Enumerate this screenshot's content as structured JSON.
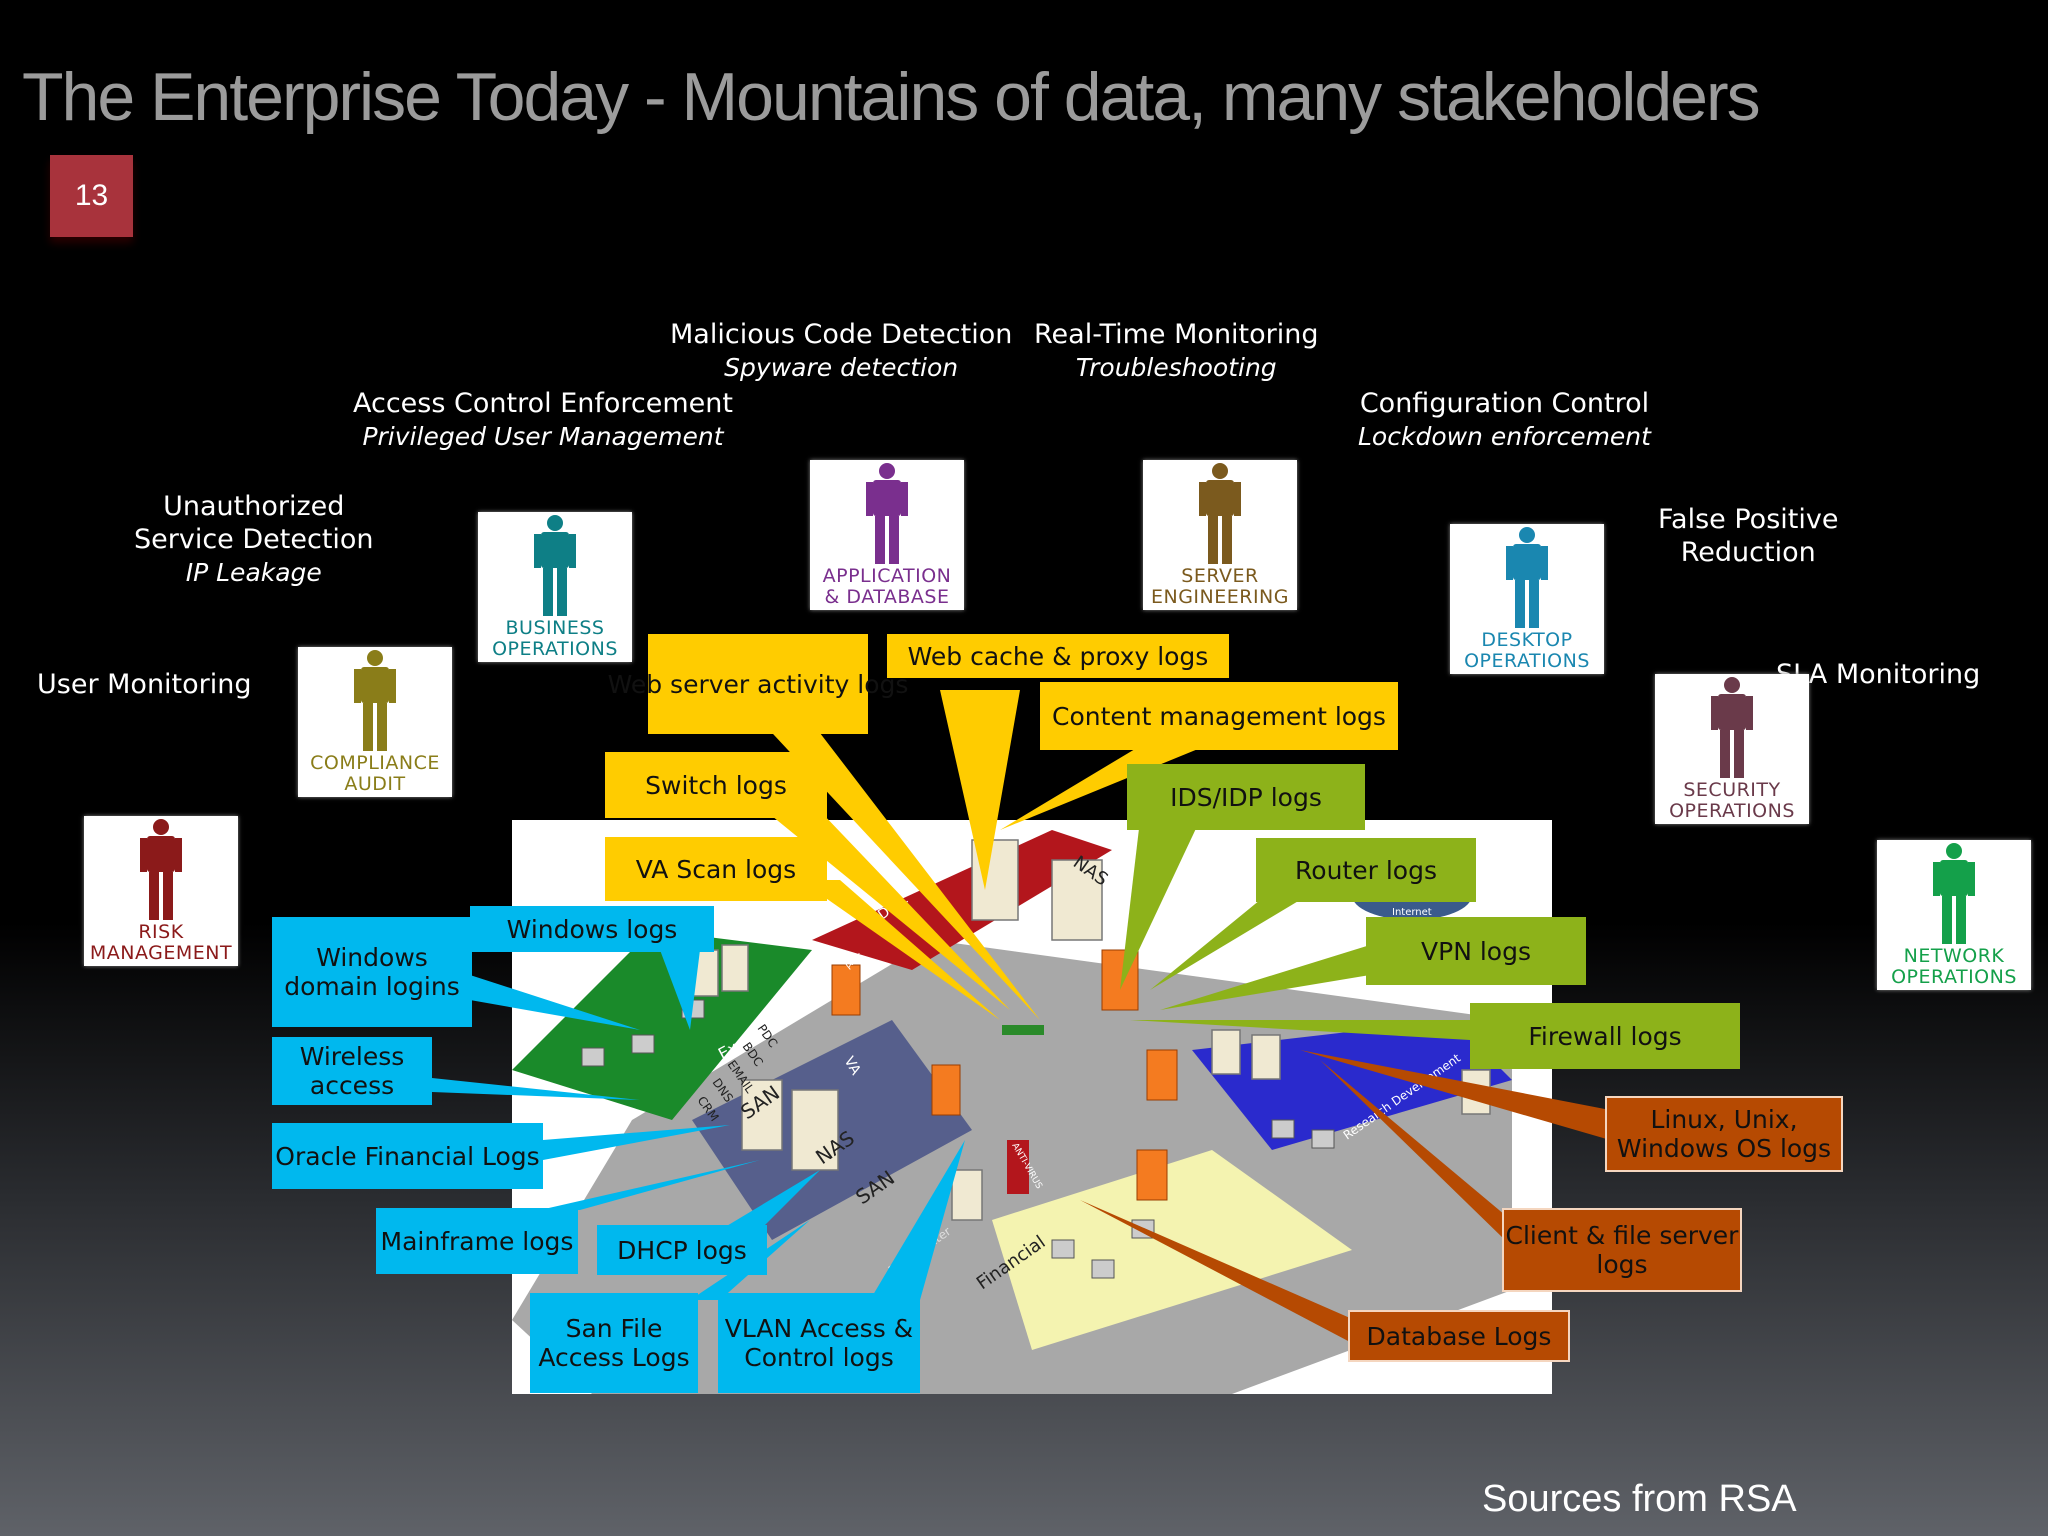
{
  "title": "The Enterprise Today - Mountains of data, many stakeholders",
  "slide_number": "13",
  "captions": {
    "malicious": {
      "main": "Malicious Code Detection",
      "sub": "Spyware detection"
    },
    "realtime": {
      "main": "Real-Time Monitoring",
      "sub": "Troubleshooting"
    },
    "access": {
      "main": "Access Control Enforcement",
      "sub": "Privileged User Management"
    },
    "config": {
      "main": "Configuration Control",
      "sub": "Lockdown enforcement"
    },
    "unauth": {
      "line1": "Unauthorized",
      "line2": "Service Detection",
      "sub": "IP Leakage"
    },
    "falsepos": {
      "line1": "False Positive",
      "line2": "Reduction"
    },
    "user": {
      "main": "User Monitoring"
    },
    "sla": {
      "main": "SLA Monitoring"
    }
  },
  "stakeholders": {
    "risk": {
      "line1": "RISK",
      "line2": "MANAGEMENT",
      "color": "#8b1a1a"
    },
    "compliance": {
      "line1": "COMPLIANCE",
      "line2": "AUDIT",
      "color": "#8a7d19"
    },
    "business": {
      "line1": "BUSINESS",
      "line2": "OPERATIONS",
      "color": "#0e7f86"
    },
    "application": {
      "line1": "APPLICATION",
      "line2": "& DATABASE",
      "color": "#7a2f8e"
    },
    "server": {
      "line1": "SERVER",
      "line2": "ENGINEERING",
      "color": "#7b5a1e"
    },
    "desktop": {
      "line1": "DESKTOP",
      "line2": "OPERATIONS",
      "color": "#1a87b0"
    },
    "security": {
      "line1": "SECURITY",
      "line2": "OPERATIONS",
      "color": "#6a3a4a"
    },
    "network": {
      "line1": "NETWORK",
      "line2": "OPERATIONS",
      "color": "#14a04a"
    }
  },
  "logs": {
    "web_server": "Web server activity logs",
    "web_cache": "Web cache & proxy logs",
    "content": "Content management logs",
    "switch": "Switch logs",
    "ids": "IDS/IDP logs",
    "va_scan": "VA Scan logs",
    "router": "Router logs",
    "windows": "Windows logs",
    "windows_domain": "Windows domain logins",
    "vpn": "VPN logs",
    "firewall": "Firewall logs",
    "wireless": "Wireless access",
    "oracle": "Oracle Financial Logs",
    "linux": "Linux, Unix, Windows OS logs",
    "mainframe": "Mainframe logs",
    "dhcp": "DHCP logs",
    "client": "Client & file server logs",
    "san": "San File Access Logs",
    "vlan": "VLAN Access & Control logs",
    "database": "Database Logs"
  },
  "zones": {
    "executive": "Executive",
    "va": "VA",
    "nas": "NAS",
    "san": "SAN",
    "financial": "Financial",
    "research": "Research Development",
    "data_center": "Data Center",
    "acl": "ACL",
    "antivirus": "ANTI-VIRUS",
    "internet": "Internet",
    "pdc": "PDC",
    "bdc": "BDC",
    "email": "EMAIL",
    "dns": "DNS",
    "crm": "CRM",
    "dmz": "DMZ"
  },
  "source": "Sources from RSA"
}
